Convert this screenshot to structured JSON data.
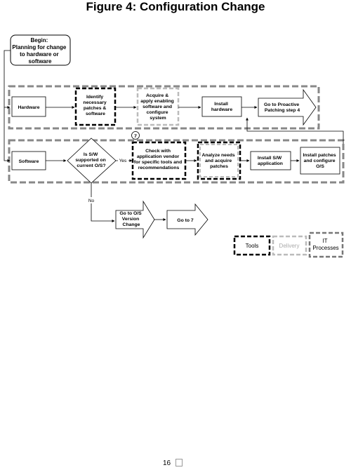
{
  "title": "Figure 4: Configuration Change",
  "begin": [
    "Begin:",
    "Planning for change",
    "to hardware  or",
    "software"
  ],
  "row1": {
    "hardware": "Hardware",
    "identify": [
      "Identify",
      "necessary",
      "patches &",
      "software"
    ],
    "acquire": [
      "Acquire &",
      "apply enabling",
      "software and",
      "configure",
      "system"
    ],
    "install_hw": [
      "Install",
      "hardware"
    ],
    "goto_proactive": [
      "Go to Proactive",
      "Patching step 4"
    ]
  },
  "row2": {
    "step_number": "7",
    "software": "Software",
    "decision": [
      "Is S/W",
      "supported on",
      "current O/S?"
    ],
    "yes": "Yes",
    "no": "No",
    "check_vendor": [
      "Check with",
      "application vendor",
      "for specific tools and",
      "recommendations"
    ],
    "analyze": [
      "Analyze needs",
      "and acquire",
      "patches"
    ],
    "install_sw": [
      "Install S/W",
      "application"
    ],
    "install_patches": [
      "Install patches",
      "and configure",
      "O/S"
    ]
  },
  "row3": {
    "goto_os": [
      "Go to O/S",
      "Version",
      "Change"
    ],
    "goto_7": "Go to 7"
  },
  "legend": {
    "tools": "Tools",
    "delivery": "Delivery",
    "it_processes": [
      "IT",
      "Processes"
    ]
  },
  "page_number": "16",
  "colors": {
    "tools_border": "#000000",
    "delivery_border": "#bbbbbb",
    "it_border": "#777777"
  }
}
